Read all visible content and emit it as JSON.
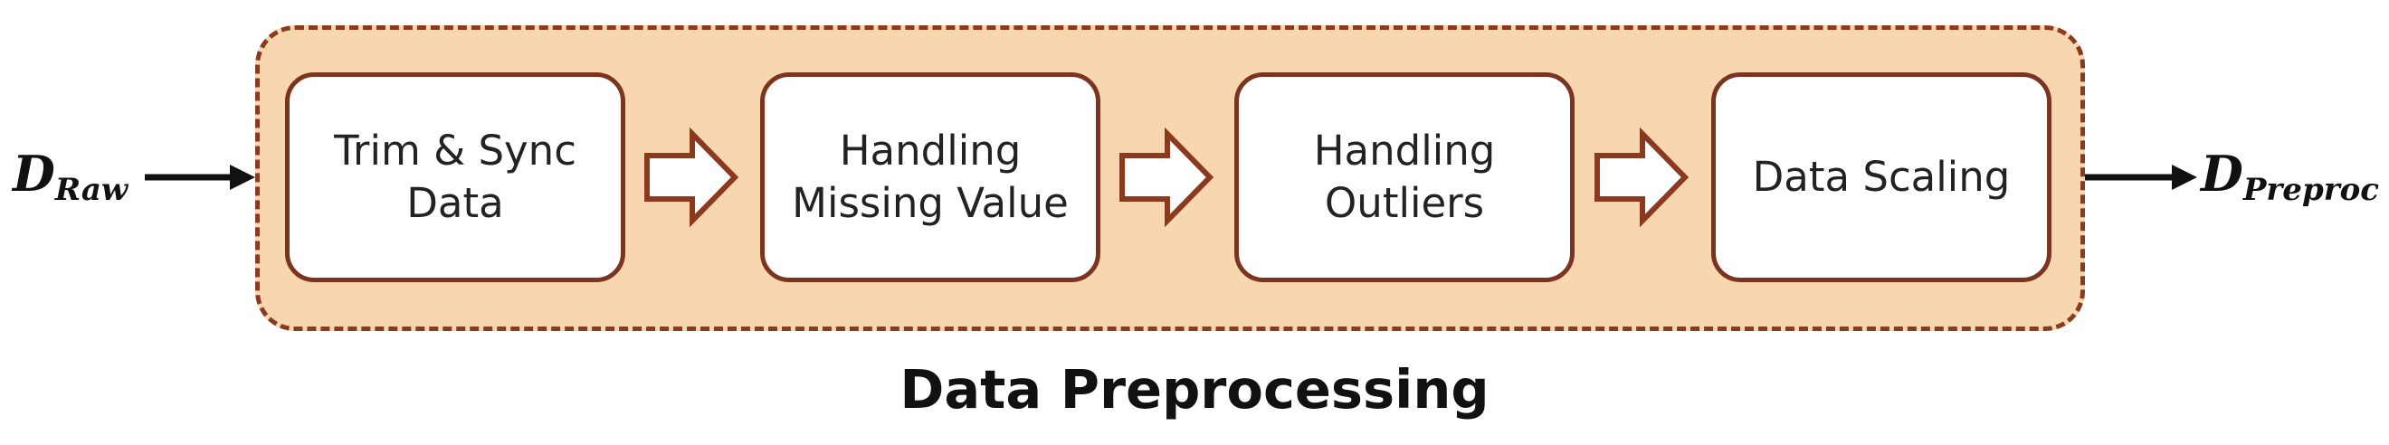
{
  "input_label": {
    "main": "D",
    "sub": "Raw"
  },
  "output_label": {
    "main": "D",
    "sub": "Preproc"
  },
  "steps": [
    {
      "label": "Trim & Sync\nData"
    },
    {
      "label": "Handling\nMissing Value"
    },
    {
      "label": "Handling\nOutliers"
    },
    {
      "label": "Data Scaling"
    }
  ],
  "caption": "Data Preprocessing",
  "colors": {
    "container_fill": "#f8d7b0",
    "container_border": "#8b3a1e",
    "box_border": "#7a3420",
    "box_fill": "#ffffff",
    "arrow_border": "#8b3a1e",
    "flow_arrow": "#111111"
  }
}
